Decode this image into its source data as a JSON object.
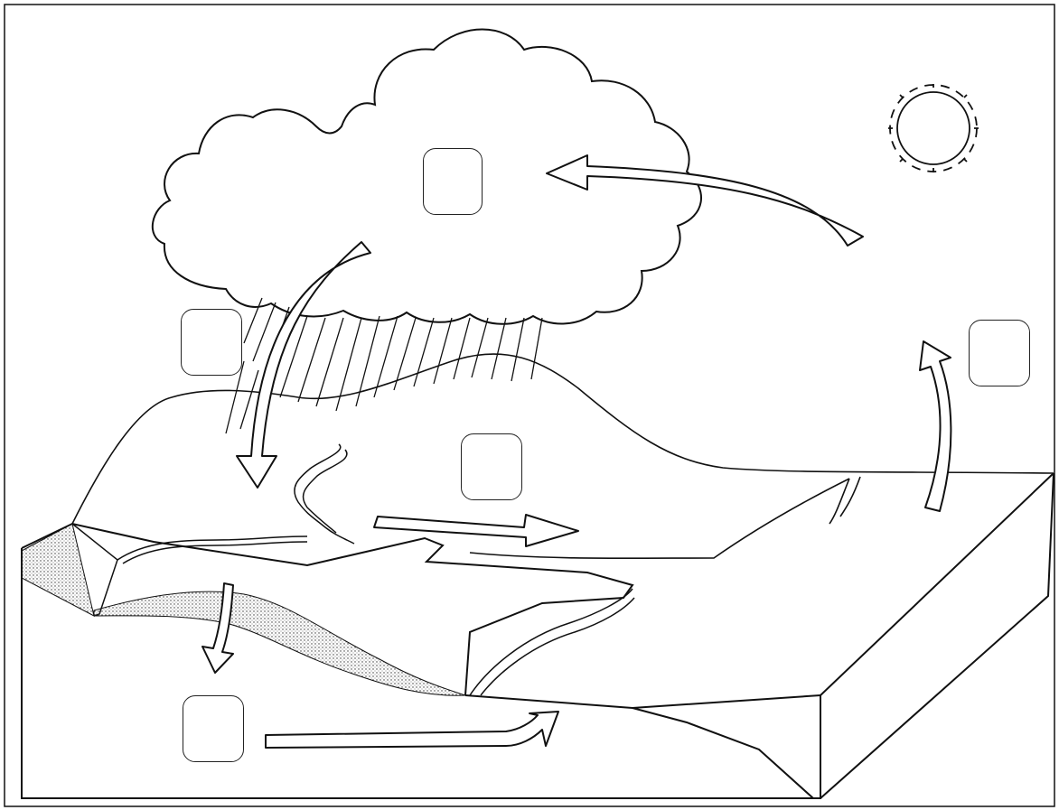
{
  "diagram": {
    "labels": [
      {
        "id": "clouds",
        "text": ""
      },
      {
        "id": "precipitation",
        "text": ""
      },
      {
        "id": "evaporation",
        "text": ""
      },
      {
        "id": "runoff",
        "text": ""
      },
      {
        "id": "groundwater",
        "text": ""
      }
    ],
    "colors": {
      "line": "#111111",
      "background": "#ffffff"
    },
    "icons": [
      "sun-icon",
      "cloud-icon",
      "arrow-icon"
    ]
  }
}
